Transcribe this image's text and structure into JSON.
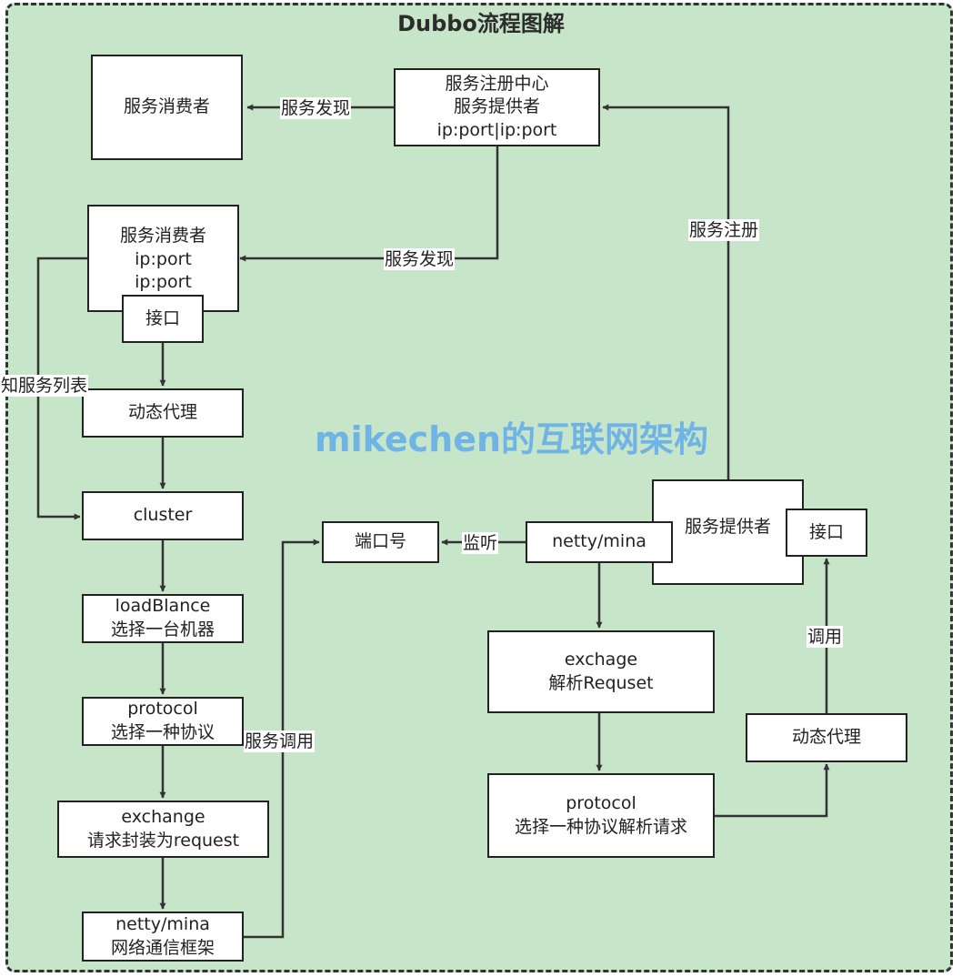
{
  "title": "Dubbo流程图解",
  "watermark": "mikechen的互联网架构",
  "nodes": {
    "consumer_top": [
      "服务消费者"
    ],
    "registry": [
      "服务注册中心",
      "服务提供者",
      "ip:port|ip:port"
    ],
    "consumer": [
      "服务消费者",
      "ip:port",
      "ip:port"
    ],
    "consumer_interface": [
      "接口"
    ],
    "consumer_proxy": [
      "动态代理"
    ],
    "cluster": [
      "cluster"
    ],
    "loadbalance": [
      "loadBlance",
      "选择一台机器"
    ],
    "consumer_protocol": [
      "protocol",
      "选择一种协议"
    ],
    "consumer_exchange": [
      "exchange",
      "请求封装为request"
    ],
    "consumer_netty": [
      "netty/mina",
      "网络通信框架"
    ],
    "port": [
      "端口号"
    ],
    "provider_netty": [
      "netty/mina"
    ],
    "provider": [
      "服务提供者"
    ],
    "provider_interface": [
      "接口"
    ],
    "provider_exchange": [
      "exchage",
      "解析Requset"
    ],
    "provider_protocol": [
      "protocol",
      "选择一种协议解析请求"
    ],
    "provider_proxy": [
      "动态代理"
    ]
  },
  "edges": {
    "discover_top": "服务发现",
    "discover": "服务发现",
    "register": "服务注册",
    "service_list": "知服务列表",
    "invoke": "服务调用",
    "listen": "监听",
    "call": "调用"
  },
  "colors": {
    "background": "#c7e5c8",
    "watermark": "#6fb4e4",
    "line": "#333333"
  }
}
